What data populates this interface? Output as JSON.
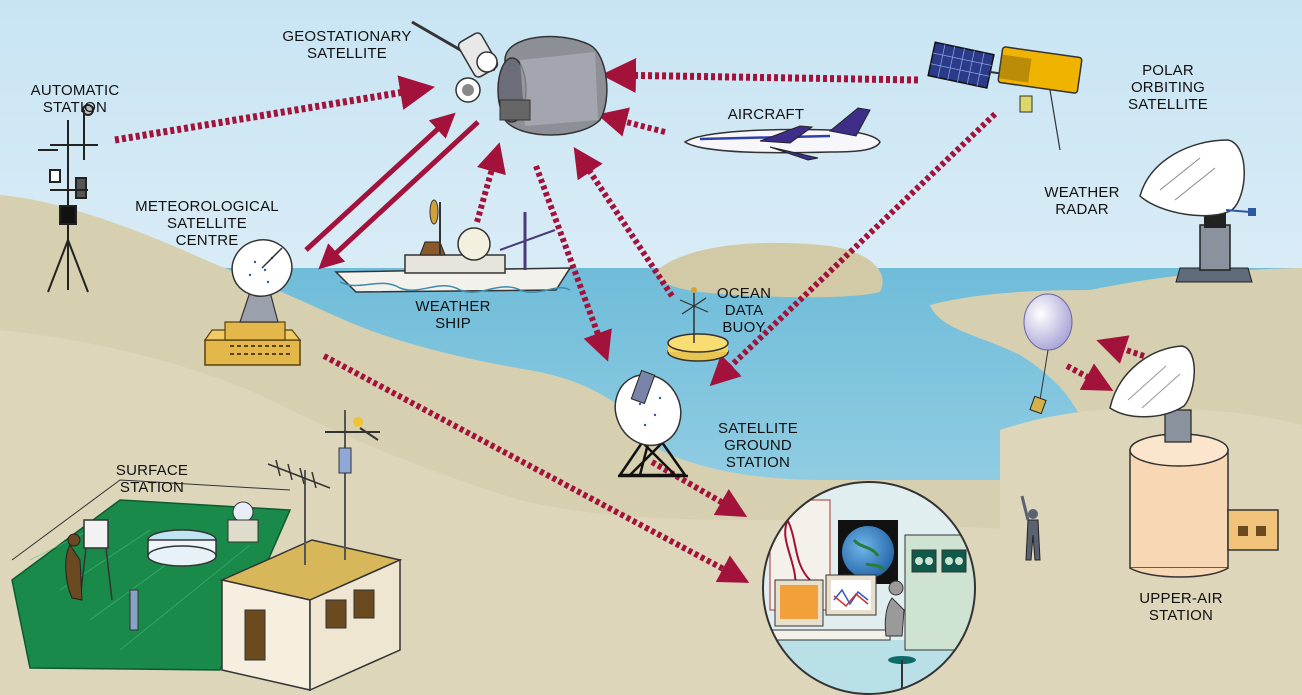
{
  "labels": {
    "geostationary": [
      "GEOSTATIONARY",
      "SATELLITE"
    ],
    "polar": [
      "POLAR",
      "ORBITING",
      "SATELLITE"
    ],
    "automatic": [
      "AUTOMATIC",
      "STATION"
    ],
    "aircraft": "AIRCRAFT",
    "weather_radar": [
      "WEATHER",
      "RADAR"
    ],
    "met_centre": [
      "METEOROLOGICAL",
      "SATELLITE",
      "CENTRE"
    ],
    "weather_ship": [
      "WEATHER",
      "SHIP"
    ],
    "ocean_buoy": [
      "OCEAN",
      "DATA",
      "BUOY"
    ],
    "ground_station": [
      "SATELLITE",
      "GROUND",
      "STATION"
    ],
    "surface_station": [
      "SURFACE",
      "STATION"
    ],
    "upper_air": [
      "UPPER-AIR",
      "STATION"
    ]
  },
  "colors": {
    "sky_top": "#c8e4f3",
    "sky_bottom": "#f3f8fb",
    "sea": "#7ec3dd",
    "land": "#d6cfb0",
    "land_light": "#e2dcc2",
    "arrow": "#a3123a",
    "grass": "#1a8a4a"
  },
  "icons": [
    "geostationary-satellite-icon",
    "polar-satellite-icon",
    "aircraft-icon",
    "automatic-station-icon",
    "weather-radar-icon",
    "satellite-dish-icon",
    "weather-ship-icon",
    "ocean-buoy-icon",
    "ground-station-dish-icon",
    "surface-station-icon",
    "upper-air-station-icon",
    "weather-balloon-icon",
    "control-room-icon"
  ]
}
